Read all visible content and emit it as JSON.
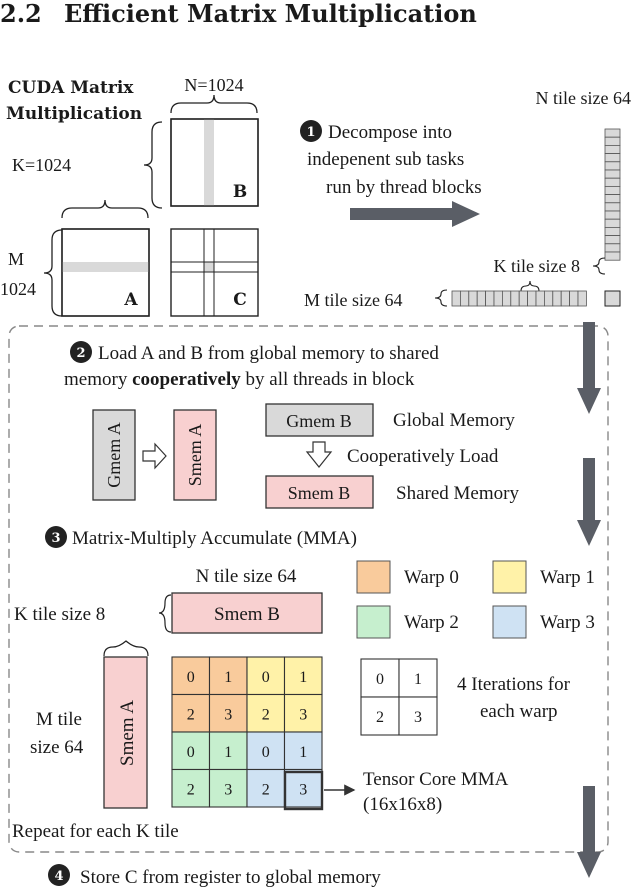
{
  "section": {
    "number": "2.2",
    "title": "Efficient Matrix Multiplication"
  },
  "matrix": {
    "title_line1": "CUDA Matrix",
    "title_line2": "Multiplication",
    "n_label": "N=1024",
    "k_label": "K=1024",
    "m_label_line1": "M",
    "m_label_line2": "1024",
    "a": "A",
    "b": "B",
    "c": "C"
  },
  "step1": {
    "num": "1",
    "line1": "Decompose  into",
    "line2": "indepenent sub tasks",
    "line3": "run by thread blocks",
    "n_tile": "N tile size 64",
    "k_tile": "K tile size 8",
    "m_tile": "M tile size 64"
  },
  "step2": {
    "num": "2",
    "line1": "Load A and B from global memory to shared",
    "line2_pre": "memory ",
    "line2_bold": "cooperatively",
    "line2_post": " by all threads in block",
    "gmem_a": "Gmem A",
    "smem_a": "Smem A",
    "gmem_b": "Gmem B",
    "smem_b": "Smem B",
    "global_memory": "Global Memory",
    "coop_load": "Cooperatively Load",
    "shared_memory": "Shared Memory"
  },
  "step3": {
    "num": "3",
    "title": "Matrix-Multiply Accumulate (MMA)",
    "n_tile": "N tile size 64",
    "k_tile": "K tile size 8",
    "m_tile_line1": "M tile",
    "m_tile_line2": "size 64",
    "smem_b": "Smem B",
    "smem_a": "Smem A",
    "grid": [
      [
        "0",
        "1",
        "0",
        "1"
      ],
      [
        "2",
        "3",
        "2",
        "3"
      ],
      [
        "0",
        "1",
        "0",
        "1"
      ],
      [
        "2",
        "3",
        "2",
        "3"
      ]
    ],
    "legend": [
      {
        "label": "Warp 0",
        "color": "#f9cb9c"
      },
      {
        "label": "Warp 1",
        "color": "#fff2a8"
      },
      {
        "label": "Warp 2",
        "color": "#c6efce"
      },
      {
        "label": "Warp 3",
        "color": "#cfe2f3"
      }
    ],
    "iter_grid": [
      [
        "0",
        "1"
      ],
      [
        "2",
        "3"
      ]
    ],
    "iter_line1": "4 Iterations for",
    "iter_line2": "each warp",
    "tensor_line1": "Tensor Core MMA",
    "tensor_line2": "(16x16x8)",
    "repeat": "Repeat for each K tile"
  },
  "step4": {
    "num": "4",
    "text": "Store C from register to global memory"
  },
  "colors": {
    "pink": "#f8d0d0",
    "gray_box": "#d9d9d9",
    "arrow": "#5a5e66",
    "stripe": "#d9d9d9"
  }
}
